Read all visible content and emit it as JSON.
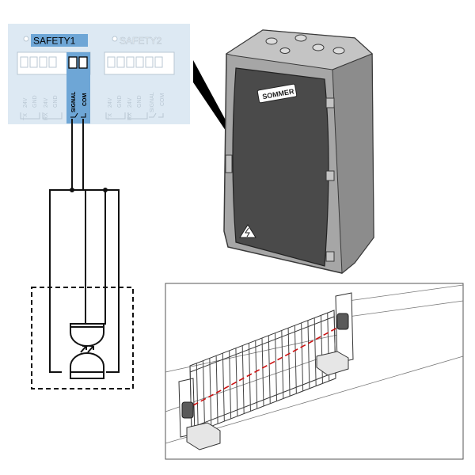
{
  "colors": {
    "board_bg": "#dde9f3",
    "highlight": "#6ea6d6",
    "wire": "#111111",
    "housing": "#9a9a9a",
    "housing_dark": "#4a4a4a",
    "beam": "#cc1111"
  },
  "safety_board": {
    "safety1_label": "SAFETY1",
    "safety2_label": "SAFETY2",
    "safety1_pins": [
      "24V",
      "GND",
      "24V",
      "GND",
      "SIGNAL",
      "COM"
    ],
    "safety2_pins": [
      "24V",
      "GND",
      "24V",
      "GND",
      "SIGNAL",
      "COM"
    ],
    "tx_label": "TX",
    "rx_label": "RX"
  },
  "housing": {
    "brand": "SOMMER"
  },
  "icons": [
    "photocell-transmitter-icon",
    "photocell-receiver-icon",
    "warning-icon"
  ]
}
